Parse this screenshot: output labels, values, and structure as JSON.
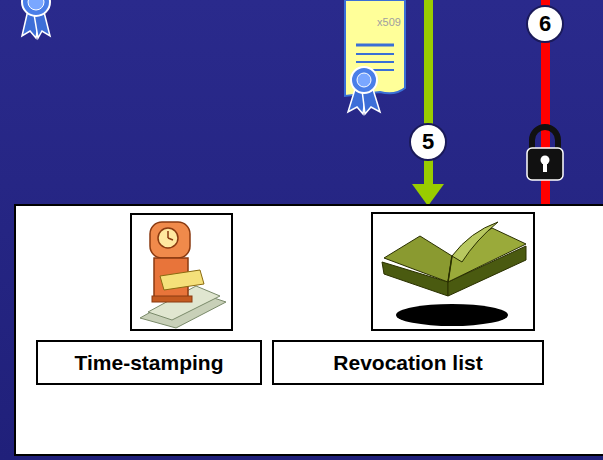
{
  "diagram": {
    "nodes": [
      {
        "text": [
          "Time-stamping"
        ]
      },
      {
        "text": [
          "Revocation list"
        ]
      }
    ],
    "labels": [
      "x509",
      "6",
      "5"
    ]
  }
}
